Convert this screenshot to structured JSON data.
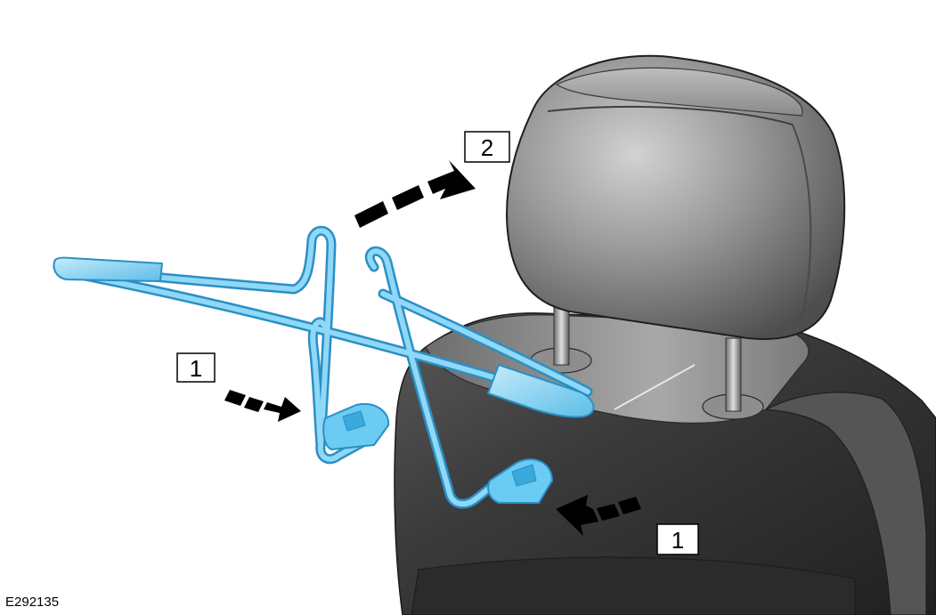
{
  "figure": {
    "id": "E292135"
  },
  "callouts": [
    {
      "label": "1"
    },
    {
      "label": "1"
    },
    {
      "label": "2"
    }
  ],
  "colors": {
    "hanger": "#7fd0f2",
    "hanger_outline": "#2a8fc4",
    "seat_dark": "#3c3c3c",
    "seat_light": "#a8a8a8",
    "arrow": "#000000"
  }
}
